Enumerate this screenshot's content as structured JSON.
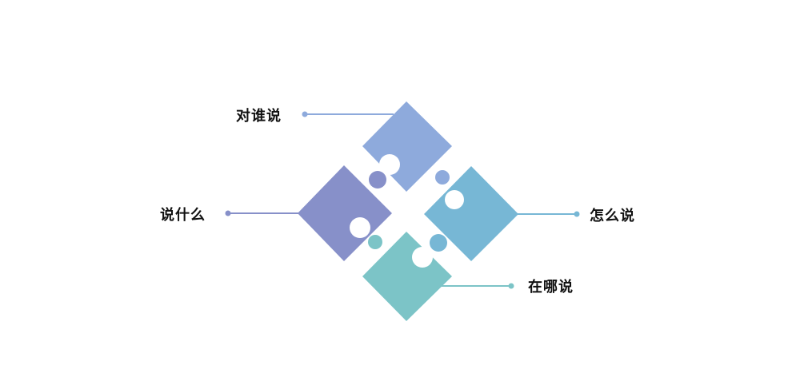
{
  "diagram": {
    "items": [
      {
        "label": "对谁说",
        "color": "#8eaadc"
      },
      {
        "label": "说什么",
        "color": "#8790c9"
      },
      {
        "label": "怎么说",
        "color": "#77b7d5"
      },
      {
        "label": "在哪说",
        "color": "#7cc4c7"
      }
    ]
  }
}
